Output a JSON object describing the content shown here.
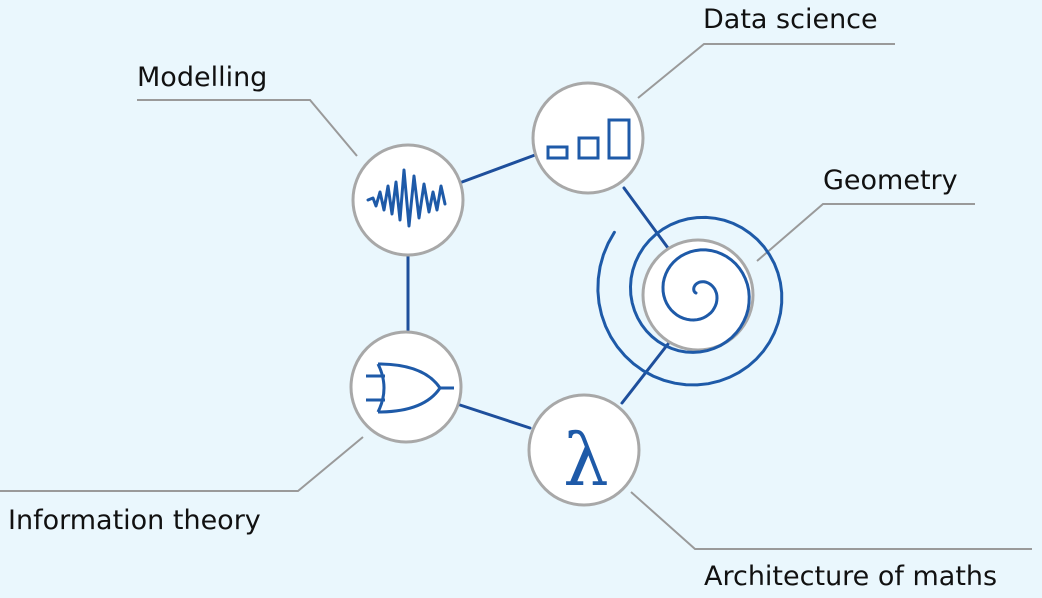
{
  "colors": {
    "background": "#eaf7fd",
    "connector": "#1e4f9c",
    "icon": "#1e5aa8",
    "node_fill": "#ffffff",
    "node_border": "#a8a8a8",
    "leader_line": "#9a9a9a",
    "label_text": "#111111"
  },
  "nodes": [
    {
      "id": "modelling",
      "label": "Modelling",
      "icon": "waveform-icon"
    },
    {
      "id": "data-science",
      "label": "Data science",
      "icon": "bar-chart-icon"
    },
    {
      "id": "geometry",
      "label": "Geometry",
      "icon": "spiral-icon"
    },
    {
      "id": "architecture",
      "label": "Architecture of maths",
      "icon": "lambda-icon",
      "glyph": "λ"
    },
    {
      "id": "information-theory",
      "label": "Information theory",
      "icon": "or-gate-icon"
    }
  ]
}
